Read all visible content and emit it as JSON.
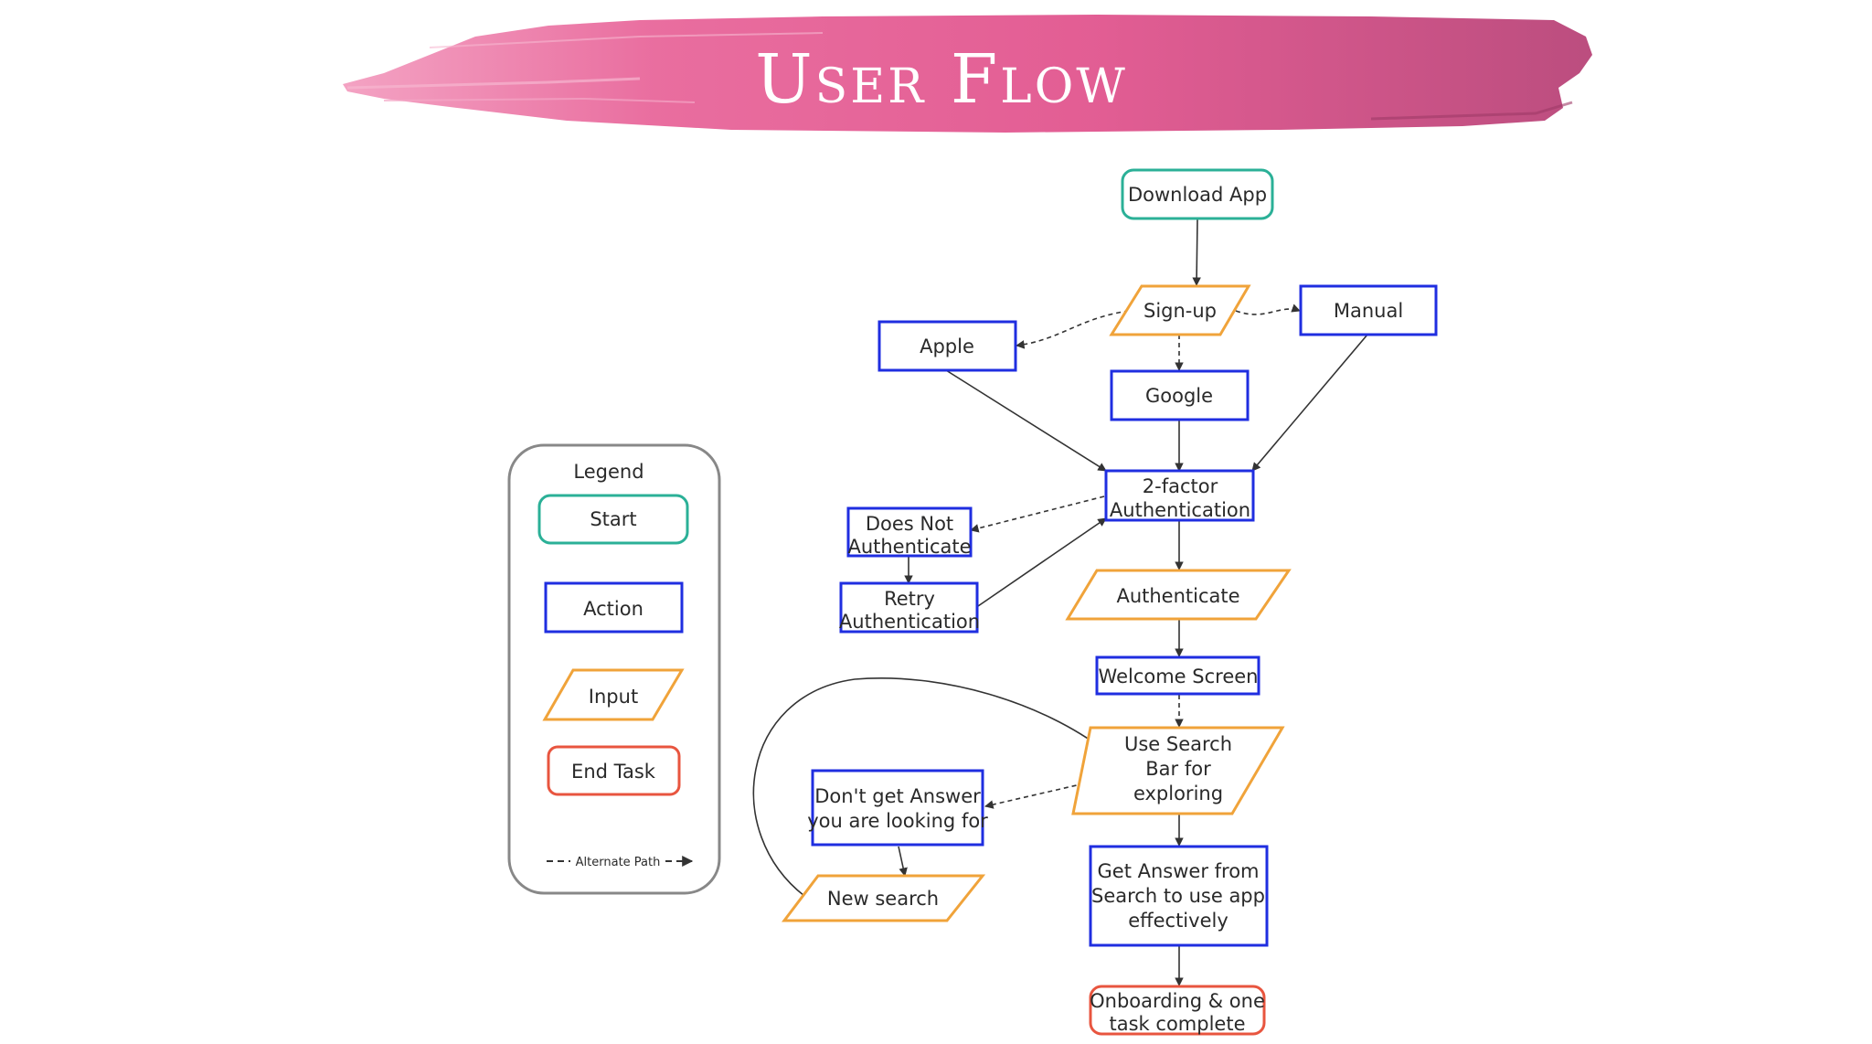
{
  "title": "User Flow",
  "colors": {
    "start": "#2bb097",
    "action": "#1f2ee0",
    "input": "#f0a33a",
    "end": "#e8553f",
    "legend_border": "#888888",
    "banner": "#e45d93",
    "connector": "#333333"
  },
  "legend": {
    "title": "Legend",
    "start": "Start",
    "action": "Action",
    "input": "Input",
    "end": "End Task",
    "alternate": "Alternate Path"
  },
  "nodes": {
    "download_app": "Download App",
    "signup": "Sign-up",
    "apple": "Apple",
    "manual": "Manual",
    "google": "Google",
    "two_factor": [
      "2-factor",
      "Authentication"
    ],
    "does_not_auth": [
      "Does Not",
      "Authenticate"
    ],
    "retry_auth": [
      "Retry",
      "Authentication"
    ],
    "authenticate": "Authenticate",
    "welcome": "Welcome Screen",
    "use_search": [
      "Use Search",
      "Bar for",
      "exploring"
    ],
    "dont_get_answer": [
      "Don't get Answer",
      "you are looking for"
    ],
    "new_search": "New search",
    "get_answer": [
      "Get Answer from",
      "Search to use app",
      "effectively"
    ],
    "onboarding": [
      "Onboarding & one",
      "task complete"
    ]
  }
}
